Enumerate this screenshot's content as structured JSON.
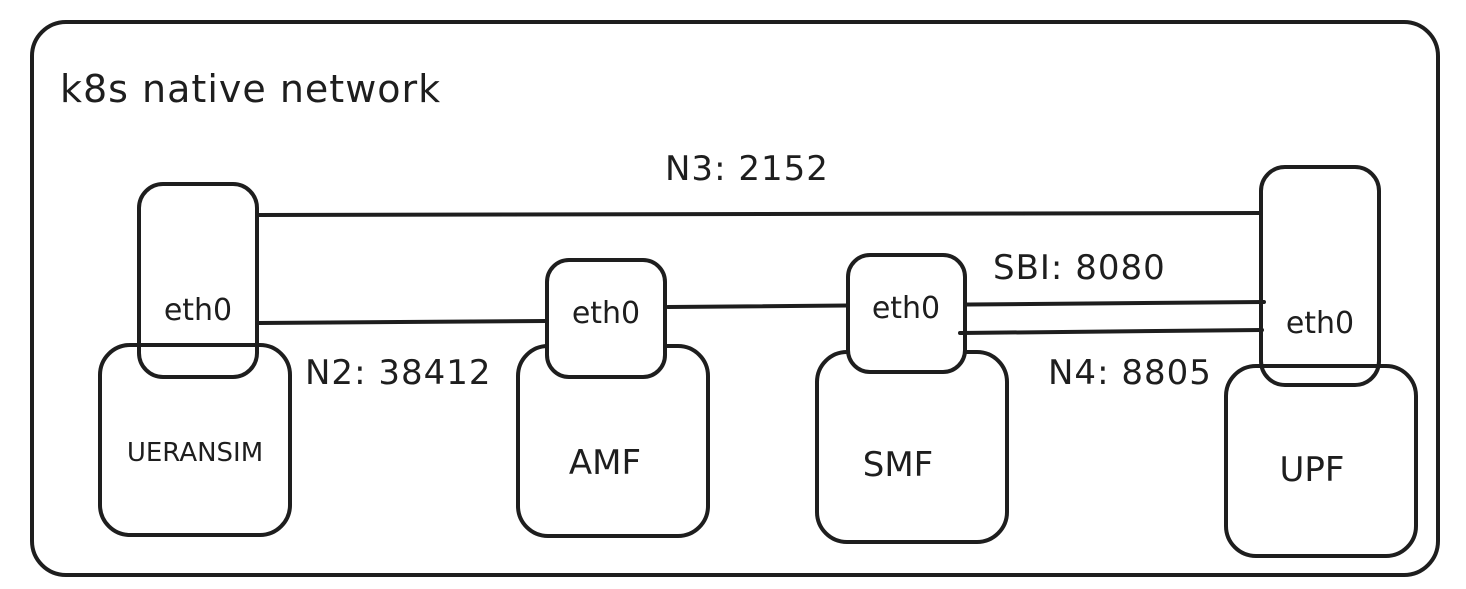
{
  "diagram": {
    "title": "k8s native network",
    "nodes": {
      "ueransim": {
        "label": "UERANSIM",
        "iface": "eth0"
      },
      "amf": {
        "label": "AMF",
        "iface": "eth0"
      },
      "smf": {
        "label": "SMF",
        "iface": "eth0"
      },
      "upf": {
        "label": "UPF",
        "iface": "eth0"
      }
    },
    "links": {
      "n3": "N3: 2152",
      "n2": "N2: 38412",
      "sbi": "SBI: 8080",
      "n4": "N4: 8805"
    },
    "colors": {
      "stroke": "#1e1e1e",
      "background": "#ffffff"
    }
  }
}
